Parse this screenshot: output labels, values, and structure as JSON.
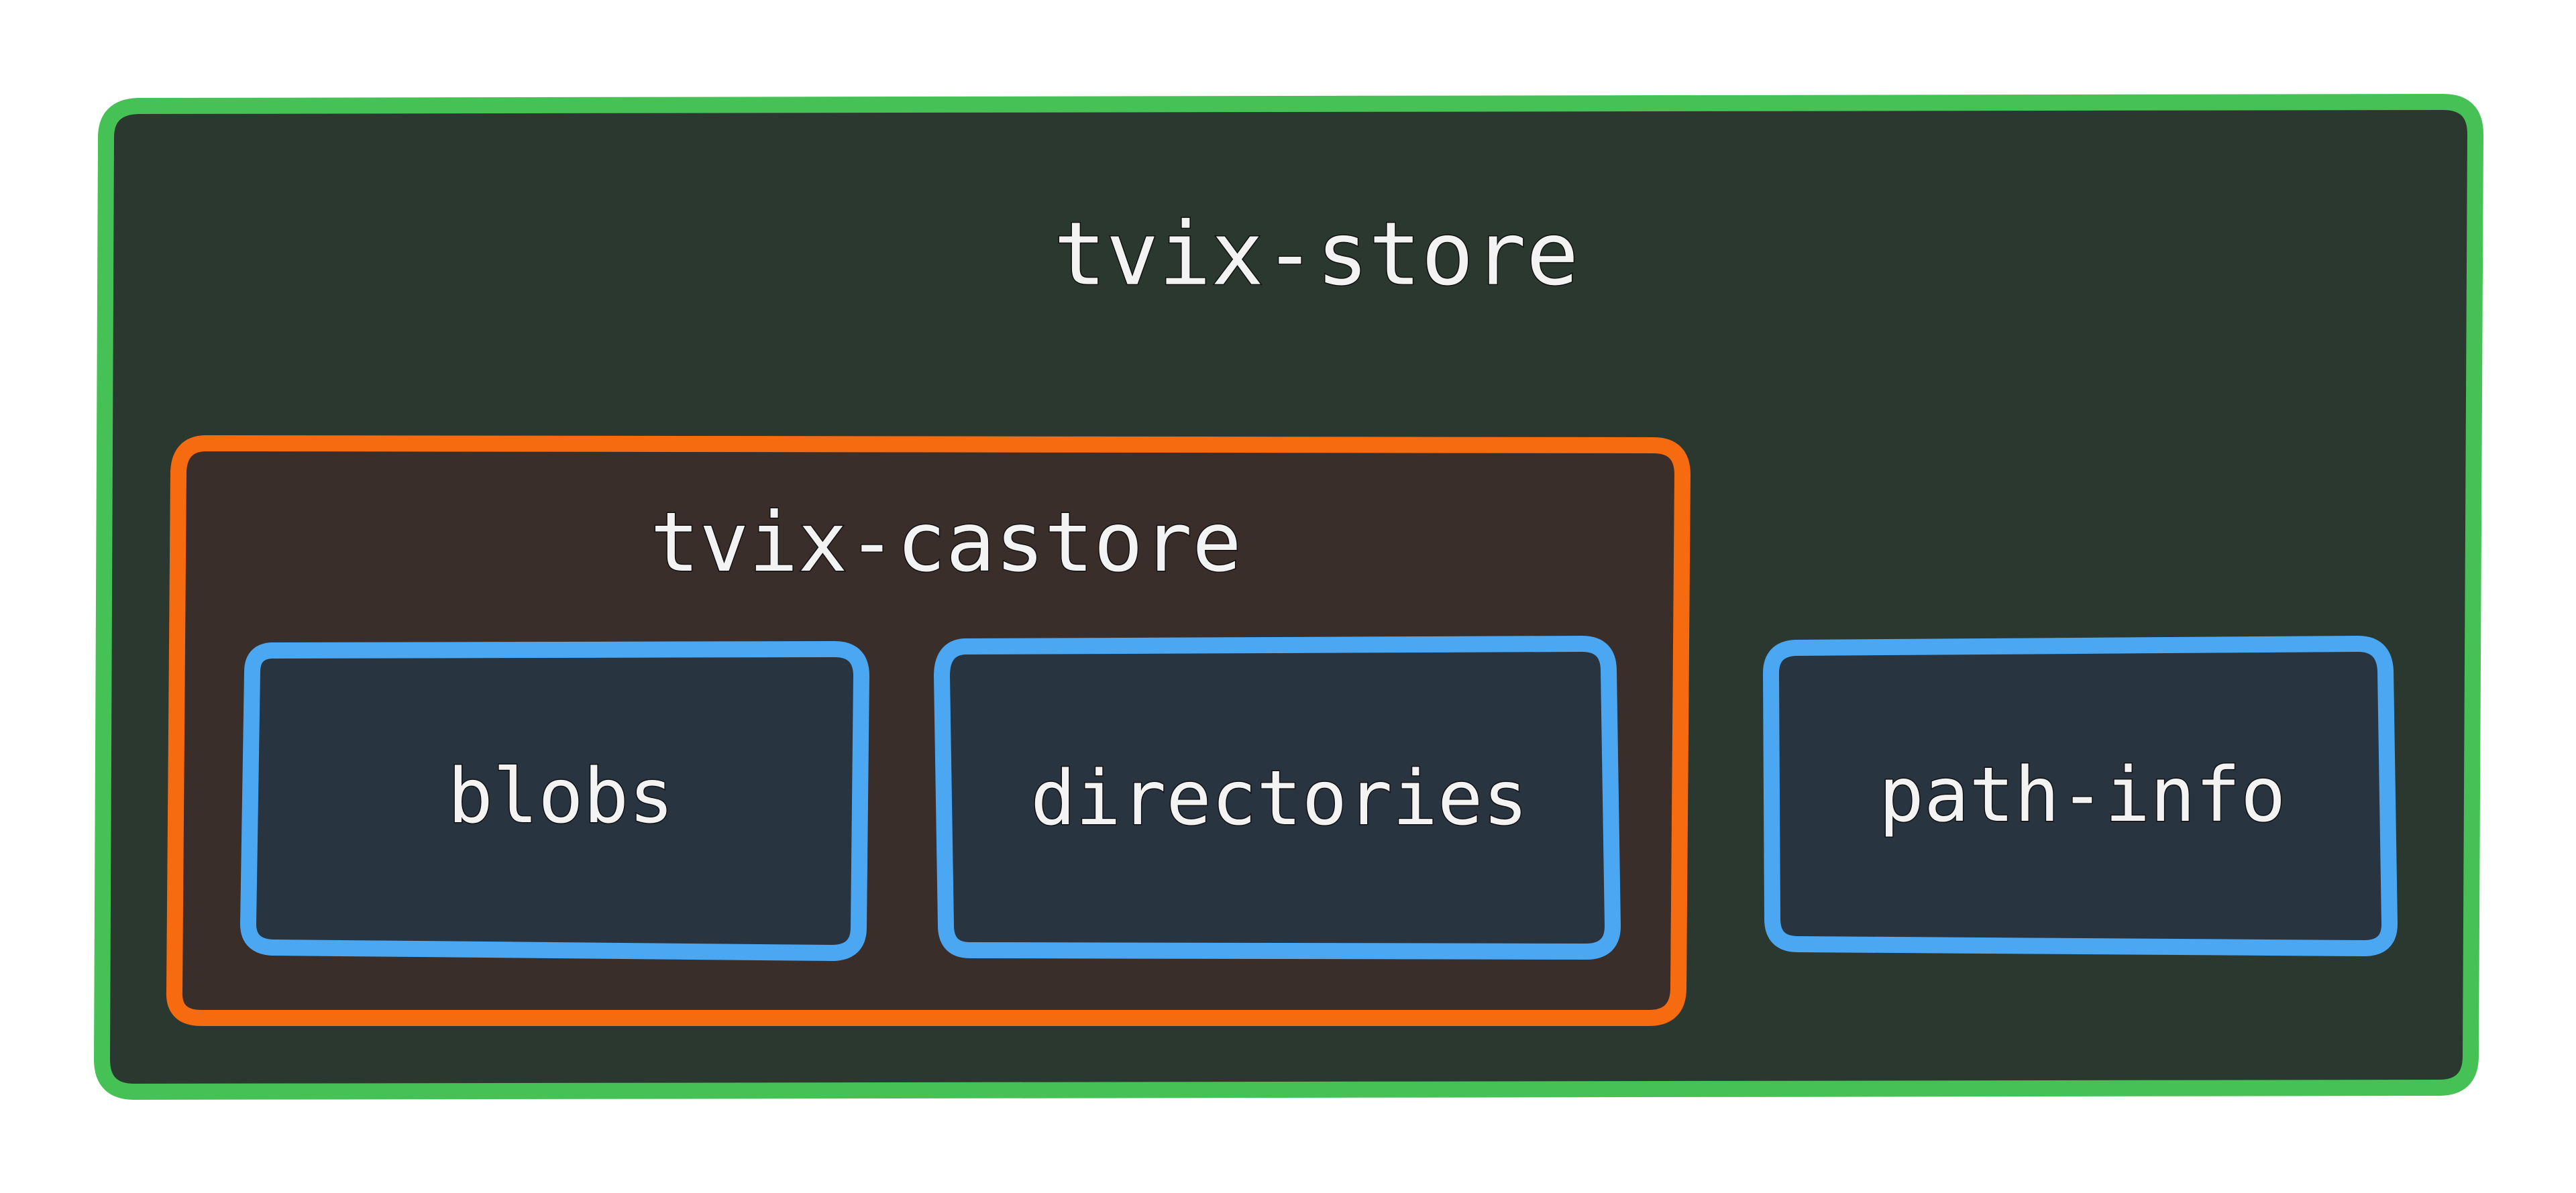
{
  "diagram": {
    "store": {
      "label": "tvix-store",
      "border_color": "#46c155",
      "fill_color": "#2b3830"
    },
    "castore": {
      "label": "tvix-castore",
      "border_color": "#f76b10",
      "fill_color": "#3a2e2b"
    },
    "blobs": {
      "label": "blobs",
      "border_color": "#4ba7f2",
      "fill_color": "#293441"
    },
    "directories": {
      "label": "directories",
      "border_color": "#4ba7f2",
      "fill_color": "#293441"
    },
    "path_info": {
      "label": "path-info",
      "border_color": "#4ba7f2",
      "fill_color": "#293441"
    }
  }
}
